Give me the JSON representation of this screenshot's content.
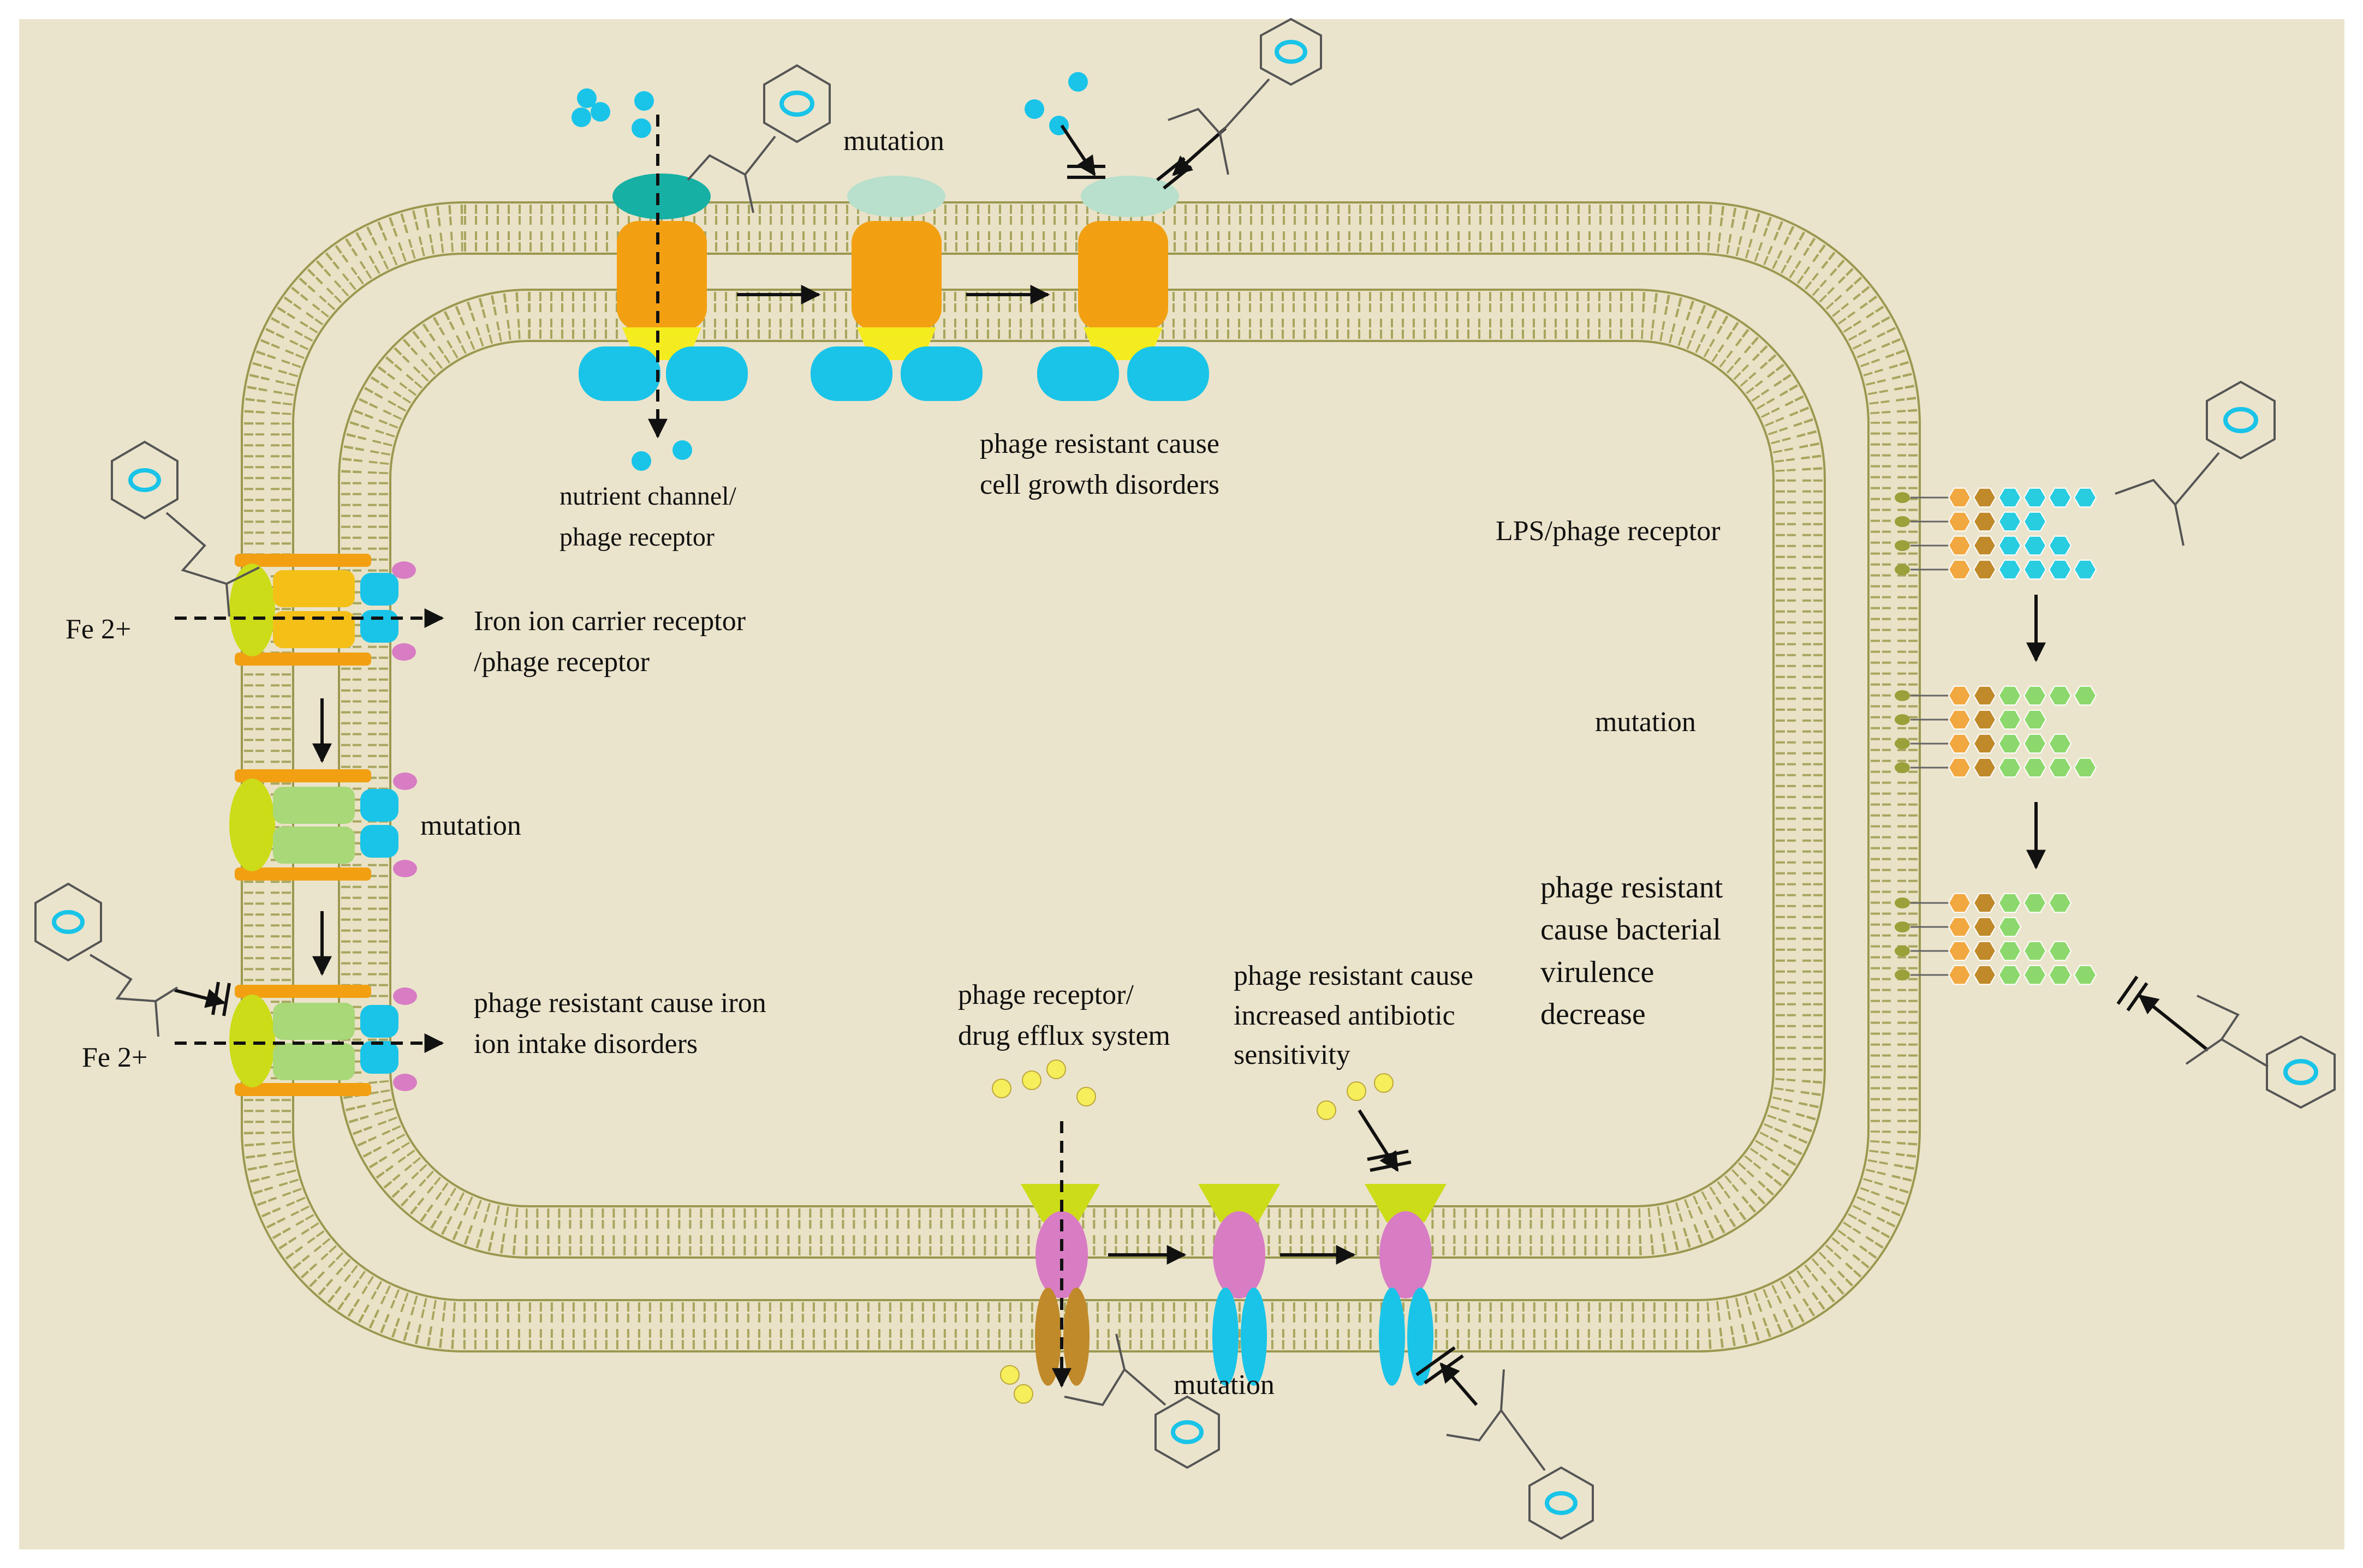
{
  "colors": {
    "background": "#ebe4cc",
    "membrane": "#a6a45a",
    "membrane_stroke": "#7d7b38",
    "orange": "#f2a012",
    "yellow": "#f4ec1e",
    "cyan": "#19c4e8",
    "teal": "#16b0a4",
    "pale_teal": "#b8e0cc",
    "lime": "#ccdc18",
    "light_green": "#a8d878",
    "pink": "#d87cc4",
    "brown": "#c08a2a",
    "olive": "#9aa03a",
    "nutrient_yellow": "#f6ee5a",
    "hex_cyan": "#28cde0",
    "hex_green": "#8cd86c",
    "hex_orange": "#f2a840"
  },
  "labels": {
    "top_mutation": "mutation",
    "nutrient_line1": "nutrient channel/",
    "nutrient_line2": "phage receptor",
    "growth_line1": "phage resistant cause",
    "growth_line2": "cell growth disorders",
    "fe_top": "Fe 2+",
    "iron_line1": "Iron ion carrier receptor",
    "iron_line2": "/phage receptor",
    "left_mutation": "mutation",
    "fe_bottom": "Fe 2+",
    "ironres_line1": "phage resistant cause iron",
    "ironres_line2": "ion intake disorders",
    "efflux_line1": "phage receptor/",
    "efflux_line2": "drug efflux system",
    "antibiotic_line1": "phage resistant cause",
    "antibiotic_line2": "increased antibiotic",
    "antibiotic_line3": "sensitivity",
    "bottom_mutation": "mutation",
    "lps_label": "LPS/phage receptor",
    "right_mutation": "mutation",
    "virulence_line1": "phage resistant",
    "virulence_line2": "cause  bacterial",
    "virulence_line3": "virulence",
    "virulence_line4": "decrease"
  },
  "icons": {
    "phage": "phage-icon",
    "block": "block-mark-icon",
    "arrow": "arrow-icon"
  }
}
